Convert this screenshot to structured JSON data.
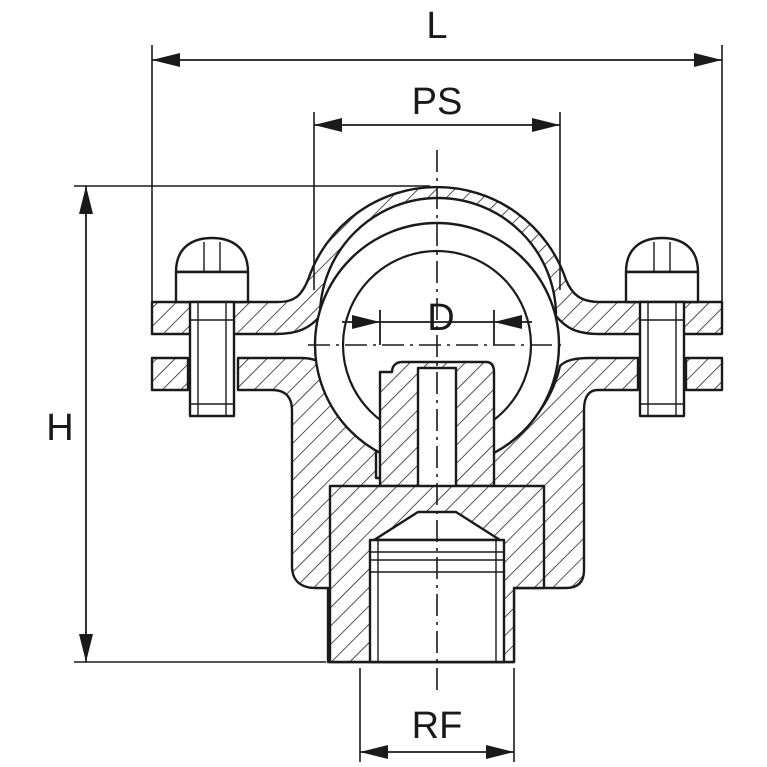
{
  "diagram": {
    "dimensions": {
      "overall_length": "L",
      "pipe_spacing": "PS",
      "diameter": "D",
      "height": "H",
      "thread": "RF"
    }
  }
}
